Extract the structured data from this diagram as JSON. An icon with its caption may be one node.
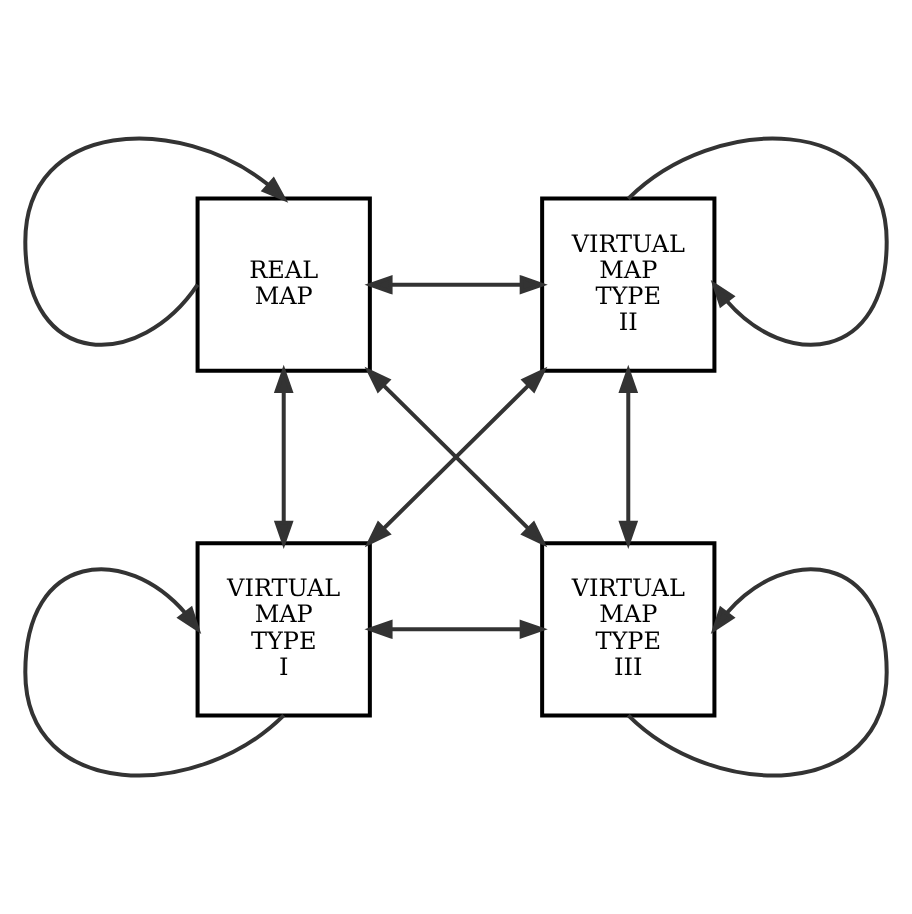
{
  "diagram": {
    "nodes": [
      {
        "text": [
          "REAL MAP"
        ]
      },
      {
        "text": [
          "VIRTUAL MAP TYPE II"
        ]
      },
      {
        "text": [
          "VIRTUAL MAP TYPE I"
        ]
      },
      {
        "text": [
          "VIRTUAL MAP TYPE III"
        ]
      }
    ],
    "edges": [
      {
        "from": 0,
        "to": 0,
        "arrow": "to"
      },
      {
        "from": 1,
        "to": 1,
        "arrow": "to"
      },
      {
        "from": 2,
        "to": 2,
        "arrow": "to"
      },
      {
        "from": 3,
        "to": 3,
        "arrow": "to"
      },
      {
        "from": 0,
        "to": 1,
        "arrow": "both"
      },
      {
        "from": 0,
        "to": 2,
        "arrow": "both"
      },
      {
        "from": 0,
        "to": 3,
        "arrow": "both"
      },
      {
        "from": 1,
        "to": 2,
        "arrow": "both"
      },
      {
        "from": 1,
        "to": 3,
        "arrow": "both"
      },
      {
        "from": 2,
        "to": 3,
        "arrow": "both"
      }
    ]
  }
}
